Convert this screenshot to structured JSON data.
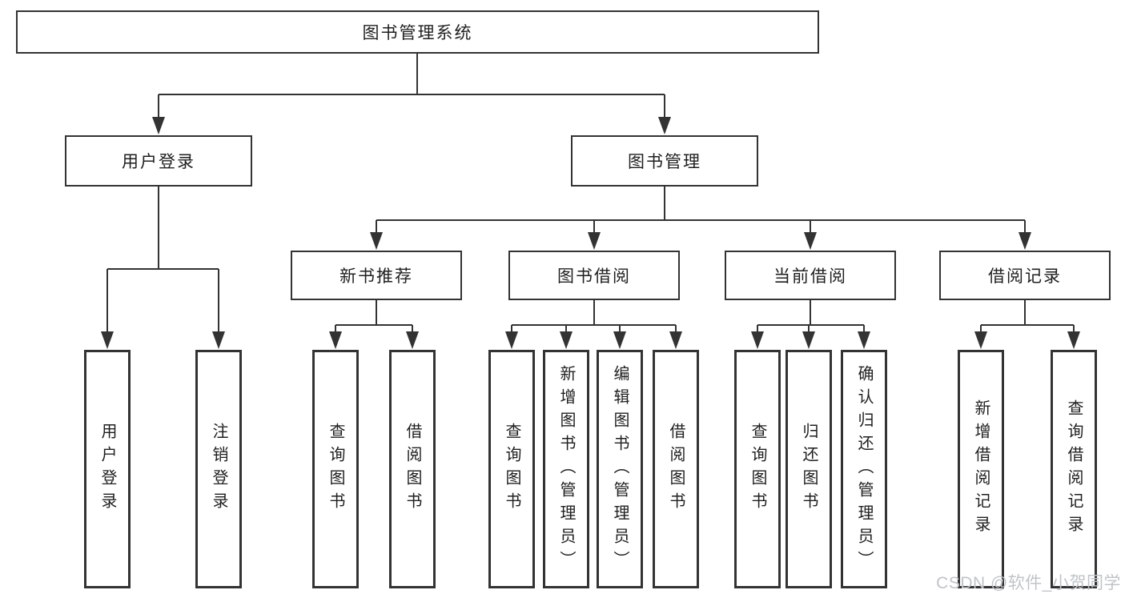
{
  "root": {
    "label": "图书管理系统"
  },
  "branches": {
    "user_login": {
      "label": "用户登录",
      "children": [
        {
          "label": "用户登录"
        },
        {
          "label": "注销登录"
        }
      ]
    },
    "book_mgmt": {
      "label": "图书管理",
      "children": {
        "new_books": {
          "label": "新书推荐",
          "children": [
            {
              "label": "查询图书"
            },
            {
              "label": "借阅图书"
            }
          ]
        },
        "borrowing": {
          "label": "图书借阅",
          "children": [
            {
              "label": "查询图书"
            },
            {
              "label": "新增图书（管理员）"
            },
            {
              "label": "编辑图书（管理员）"
            },
            {
              "label": "借阅图书"
            }
          ]
        },
        "current": {
          "label": "当前借阅",
          "children": [
            {
              "label": "查询图书"
            },
            {
              "label": "归还图书"
            },
            {
              "label": "确认归还（管理员）"
            }
          ]
        },
        "records": {
          "label": "借阅记录",
          "children": [
            {
              "label": "新增借阅记录"
            },
            {
              "label": "查询借阅记录"
            }
          ]
        }
      }
    }
  },
  "watermark": {
    "text": "CSDN @软件_小贺同学"
  },
  "colors": {
    "line": "#333333",
    "text": "#1f1f1f",
    "watermark": "#c0c4c8",
    "background": "#ffffff"
  }
}
